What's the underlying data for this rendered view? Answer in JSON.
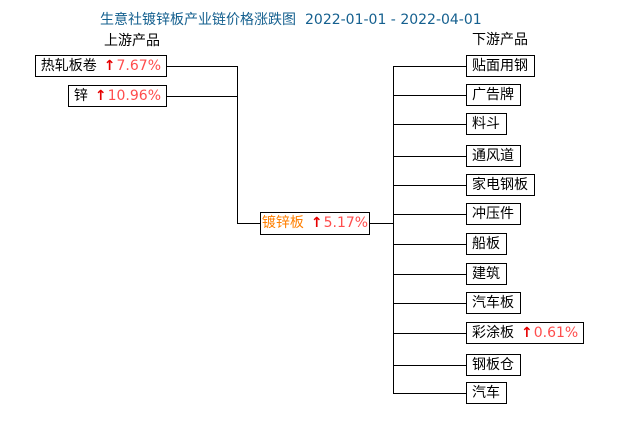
{
  "title": {
    "text": "生意社镀锌板产业链价格涨跌图",
    "date_range": "2022-01-01 - 2022-04-01"
  },
  "colors": {
    "title_blue": "#15608f",
    "arrow_red": "#e60000",
    "percent_red": "#ff4d4d",
    "product_orange": "#ff7f00",
    "box_border": "#000000",
    "background": "#ffffff"
  },
  "upstream": {
    "header": "上游产品",
    "items": [
      {
        "label": "热轧板卷",
        "arrow": "↑",
        "pct": "7.67%"
      },
      {
        "label": "锌",
        "arrow": "↑",
        "pct": "10.96%"
      }
    ]
  },
  "product": {
    "label": "镀锌板",
    "arrow": "↑",
    "pct": "5.17%"
  },
  "downstream": {
    "header": "下游产品",
    "items": [
      {
        "label": "贴面用钢"
      },
      {
        "label": "广告牌"
      },
      {
        "label": "料斗"
      },
      {
        "label": "通风道"
      },
      {
        "label": "家电钢板"
      },
      {
        "label": "冲压件"
      },
      {
        "label": "船板"
      },
      {
        "label": "建筑"
      },
      {
        "label": "汽车板"
      },
      {
        "label": "彩涂板",
        "arrow": "↑",
        "pct": "0.61%"
      },
      {
        "label": "钢板仓"
      },
      {
        "label": "汽车"
      }
    ]
  }
}
